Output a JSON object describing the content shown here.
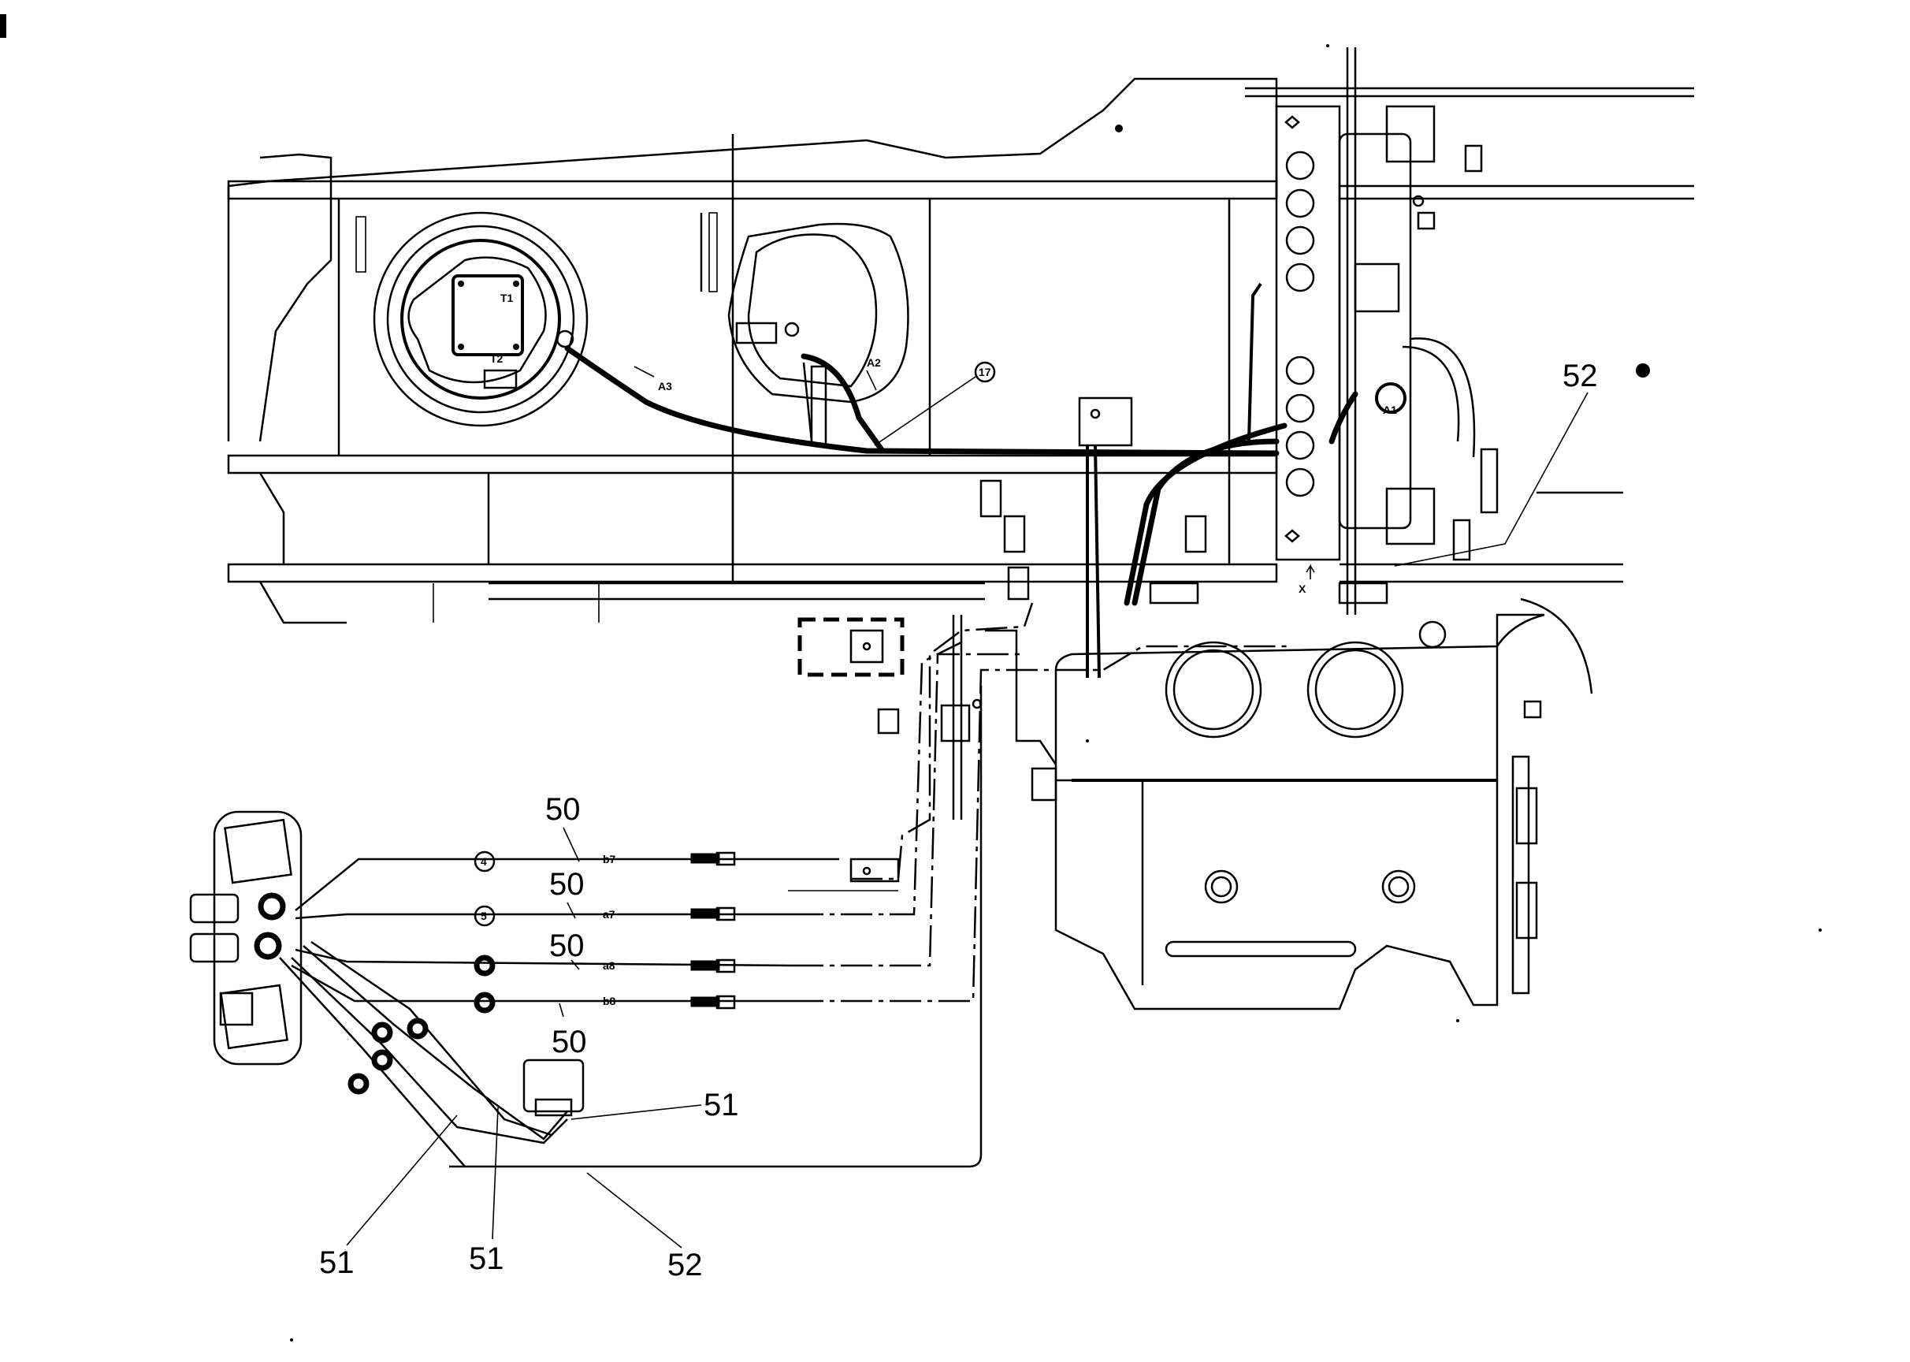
{
  "callouts": {
    "c50a": "50",
    "c50b": "50",
    "c50c": "50",
    "c50d": "50",
    "c51a": "51",
    "c51b": "51",
    "c51c": "51",
    "c52a": "52",
    "c52b": "52"
  },
  "small_labels": {
    "a3": "A3",
    "a2": "A2",
    "a1": "A1",
    "t1": "T1",
    "t2": "T2",
    "x": "X",
    "b7": "b7",
    "a7": "a7",
    "a8": "a8",
    "b8": "b8"
  },
  "circle_numbers": {
    "n17": "17",
    "n4": "4",
    "n5": "5"
  }
}
